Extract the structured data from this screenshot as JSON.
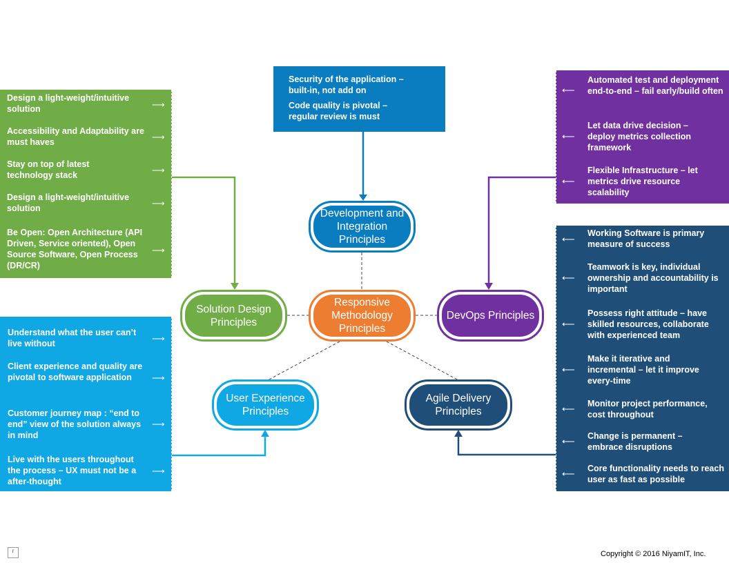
{
  "center": {
    "label": "Responsive Methodology Principles",
    "color": "#ed7d31"
  },
  "nodes": {
    "development": {
      "label": "Development and Integration Principles",
      "color": "#0a7cc0"
    },
    "solution_design": {
      "label": "Solution Design Principles",
      "color": "#70ad47"
    },
    "devops": {
      "label": "DevOps Principles",
      "color": "#7030a0"
    },
    "user_experience": {
      "label": "User Experience Principles",
      "color": "#0fa7e4"
    },
    "agile_delivery": {
      "label": "Agile Delivery Principles",
      "color": "#1f4e79"
    }
  },
  "panels": {
    "development": {
      "items": [
        "Security of the application – built-in, not add on",
        "Code quality is pivotal – regular review is must"
      ]
    },
    "solution_design": {
      "items": [
        "Design a light-weight/intuitive solution",
        "Accessibility and Adaptability are must haves",
        "Stay on top of latest technology stack",
        "Design a light-weight/intuitive solution",
        "Be Open: Open Architecture (API Driven, Service oriented), Open Source Software, Open Process (DR/CR)"
      ]
    },
    "devops": {
      "items": [
        "Automated test and deployment end-to-end – fail early/build often",
        "Let data drive decision – deploy metrics collection framework",
        "Flexible Infrastructure – let metrics drive resource scalability"
      ]
    },
    "user_experience": {
      "items": [
        "Understand what the user can’t live without",
        "Client experience and quality are pivotal to software application",
        "Customer journey map : “end to end” view of the solution always in mind",
        "Live with the users throughout the process – UX must not be a after-thought"
      ]
    },
    "agile_delivery": {
      "items": [
        "Working Software is primary measure of success",
        "Teamwork is key, individual ownership and accountability is important",
        "Possess right attitude – have skilled resources, collaborate with experienced team",
        "Make it iterative and incremental – let it improve every-time",
        "Monitor project performance, cost throughout",
        "Change is permanent – embrace disruptions",
        "Core functionality needs to reach user as fast as possible"
      ]
    }
  },
  "footer": {
    "copyright": "Copyright © 2016 NiyamIT, Inc.",
    "corner_mark": "r"
  }
}
